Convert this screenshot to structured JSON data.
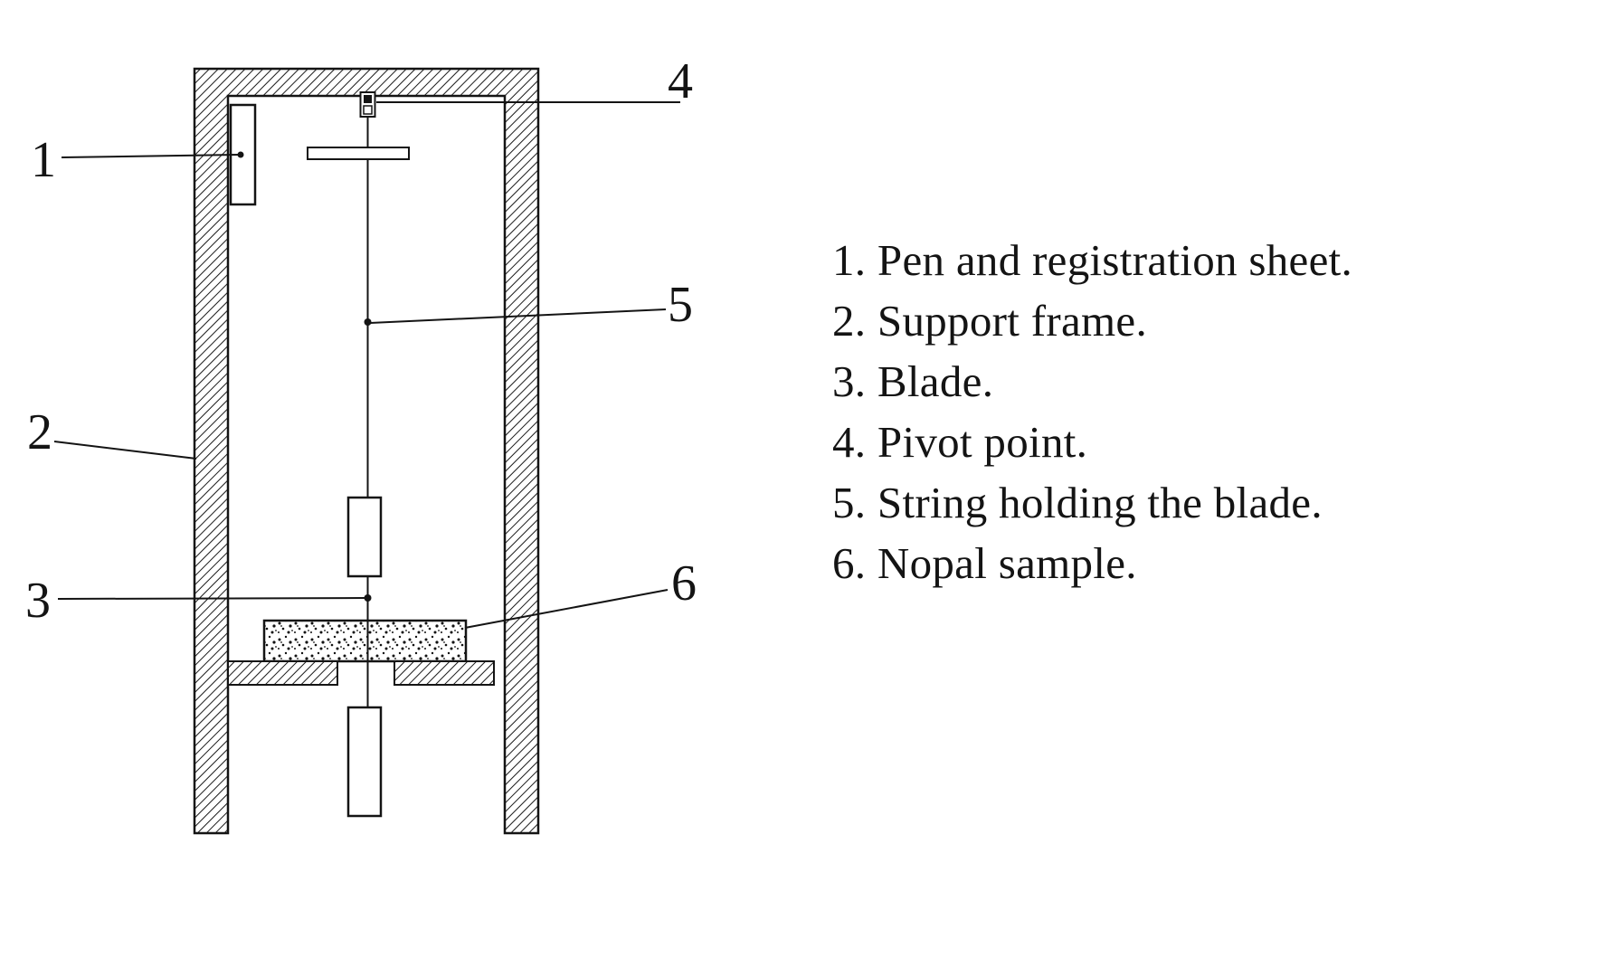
{
  "figure": {
    "callouts": {
      "c1": "1",
      "c2": "2",
      "c3": "3",
      "c4": "4",
      "c5": "5",
      "c6": "6"
    },
    "legend": [
      "1. Pen and registration sheet.",
      "2. Support frame.",
      "3. Blade.",
      "4. Pivot point.",
      "5. String holding the blade.",
      "6. Nopal sample."
    ],
    "parts": {
      "p1": "Pen and registration sheet",
      "p2": "Support frame",
      "p3": "Blade",
      "p4": "Pivot point",
      "p5": "String holding the blade",
      "p6": "Nopal sample"
    },
    "colors": {
      "ink": "#141414",
      "background": "#ffffff"
    }
  }
}
